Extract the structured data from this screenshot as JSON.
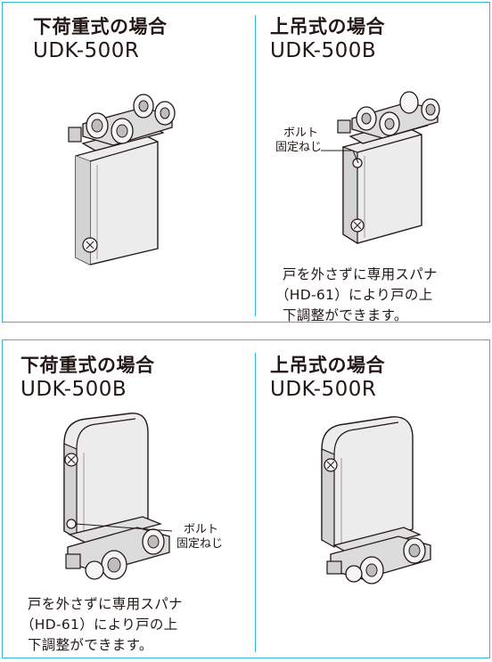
{
  "top_panel": {
    "left": {
      "title": "下荷重式の場合",
      "model": "UDK-500R"
    },
    "right": {
      "title": "上吊式の場合",
      "model": "UDK-500B",
      "callout": [
        "ボルト",
        "固定ねじ"
      ],
      "note": [
        "戸を外さずに専用スパナ",
        "（HD-61）により戸の上",
        "下調整ができます。"
      ]
    }
  },
  "bottom_panel": {
    "left": {
      "title": "下荷重式の場合",
      "model": "UDK-500B",
      "callout": [
        "ボルト",
        "固定ねじ"
      ],
      "note": [
        "戸を外さずに専用スパナ",
        "（HD-61）により戸の上",
        "下調整ができます。"
      ]
    },
    "right": {
      "title": "上吊式の場合",
      "model": "UDK-500R"
    }
  },
  "colors": {
    "frame": "#35b6d6",
    "text": "#231815",
    "metal_light": "#f2f2f2",
    "metal_mid": "#c9c9c9",
    "metal_dark": "#8a8a8a"
  }
}
